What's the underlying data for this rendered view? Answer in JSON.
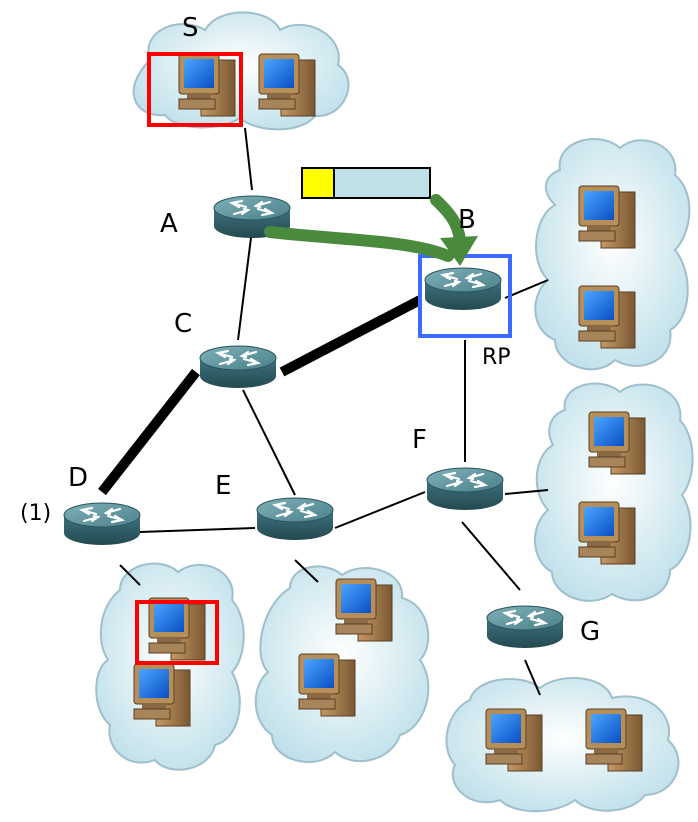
{
  "labels": {
    "S": "S",
    "A": "A",
    "B": "B",
    "C": "C",
    "D": "D",
    "E": "E",
    "F": "F",
    "G": "G",
    "RP": "RP",
    "marker": "(1)"
  },
  "colors": {
    "router_body": "#3c6e78",
    "router_top": "#5b929b",
    "cloud_fill": "#d9eef5",
    "cloud_stroke": "#a7c7d2",
    "link": "#000000",
    "packet_header": "#ffff00",
    "packet_body": "#bfe0e6",
    "arrow": "#4a8a3c",
    "source_highlight": "#ff0000",
    "rp_highlight": "#3b6cff"
  }
}
